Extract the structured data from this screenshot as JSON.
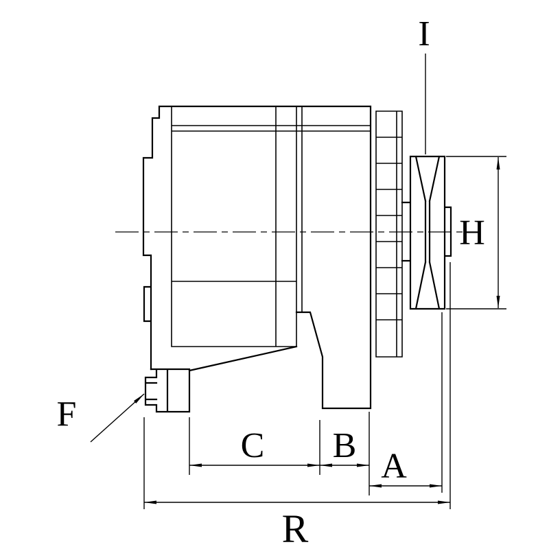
{
  "colors": {
    "line": "#000000",
    "background": "#ffffff"
  },
  "dimension_labels": {
    "I": "I",
    "H": "H",
    "F": "F",
    "C": "C",
    "B": "B",
    "A": "A",
    "R": "R"
  }
}
